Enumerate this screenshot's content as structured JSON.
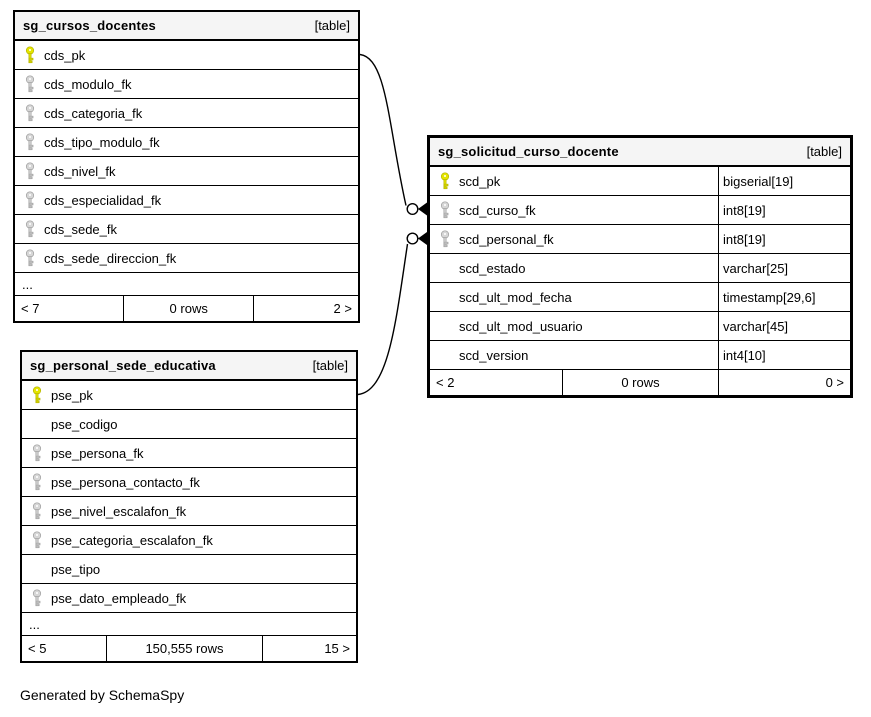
{
  "caption": "Generated by SchemaSpy",
  "colors": {
    "border": "#000000",
    "header_bg": "#f5f5f5",
    "pk_key": "#e4e400",
    "fk_key": "#d6d6d6"
  },
  "icons": {
    "primary_key": "yellow-key-icon",
    "foreign_key": "gray-key-icon"
  },
  "ellipsis": "...",
  "tables": [
    {
      "name": "sg_cursos_docentes",
      "tag": "[table]",
      "columns": [
        {
          "name": "cds_pk",
          "key": "pk"
        },
        {
          "name": "cds_modulo_fk",
          "key": "fk"
        },
        {
          "name": "cds_categoria_fk",
          "key": "fk"
        },
        {
          "name": "cds_tipo_modulo_fk",
          "key": "fk"
        },
        {
          "name": "cds_nivel_fk",
          "key": "fk"
        },
        {
          "name": "cds_especialidad_fk",
          "key": "fk"
        },
        {
          "name": "cds_sede_fk",
          "key": "fk"
        },
        {
          "name": "cds_sede_direccion_fk",
          "key": "fk"
        }
      ],
      "footer": {
        "parents": "< 7",
        "rows": "0 rows",
        "children": "2 >"
      }
    },
    {
      "name": "sg_personal_sede_educativa",
      "tag": "[table]",
      "columns": [
        {
          "name": "pse_pk",
          "key": "pk"
        },
        {
          "name": "pse_codigo",
          "key": "none"
        },
        {
          "name": "pse_persona_fk",
          "key": "fk"
        },
        {
          "name": "pse_persona_contacto_fk",
          "key": "fk"
        },
        {
          "name": "pse_nivel_escalafon_fk",
          "key": "fk"
        },
        {
          "name": "pse_categoria_escalafon_fk",
          "key": "fk"
        },
        {
          "name": "pse_tipo",
          "key": "none"
        },
        {
          "name": "pse_dato_empleado_fk",
          "key": "fk"
        }
      ],
      "footer": {
        "parents": "< 5",
        "rows": "150,555 rows",
        "children": "15 >"
      }
    },
    {
      "name": "sg_solicitud_curso_docente",
      "tag": "[table]",
      "columns": [
        {
          "name": "scd_pk",
          "type": "bigserial[19]",
          "key": "pk"
        },
        {
          "name": "scd_curso_fk",
          "type": "int8[19]",
          "key": "fk"
        },
        {
          "name": "scd_personal_fk",
          "type": "int8[19]",
          "key": "fk"
        },
        {
          "name": "scd_estado",
          "type": "varchar[25]",
          "key": "none"
        },
        {
          "name": "scd_ult_mod_fecha",
          "type": "timestamp[29,6]",
          "key": "none"
        },
        {
          "name": "scd_ult_mod_usuario",
          "type": "varchar[45]",
          "key": "none"
        },
        {
          "name": "scd_version",
          "type": "int4[10]",
          "key": "none"
        }
      ],
      "footer": {
        "parents": "< 2",
        "rows": "0 rows",
        "children": "0 >"
      }
    }
  ],
  "relationships": [
    {
      "from": "sg_cursos_docentes.cds_pk",
      "to": "sg_solicitud_curso_docente.scd_curso_fk"
    },
    {
      "from": "sg_personal_sede_educativa.pse_pk",
      "to": "sg_solicitud_curso_docente.scd_personal_fk"
    }
  ]
}
